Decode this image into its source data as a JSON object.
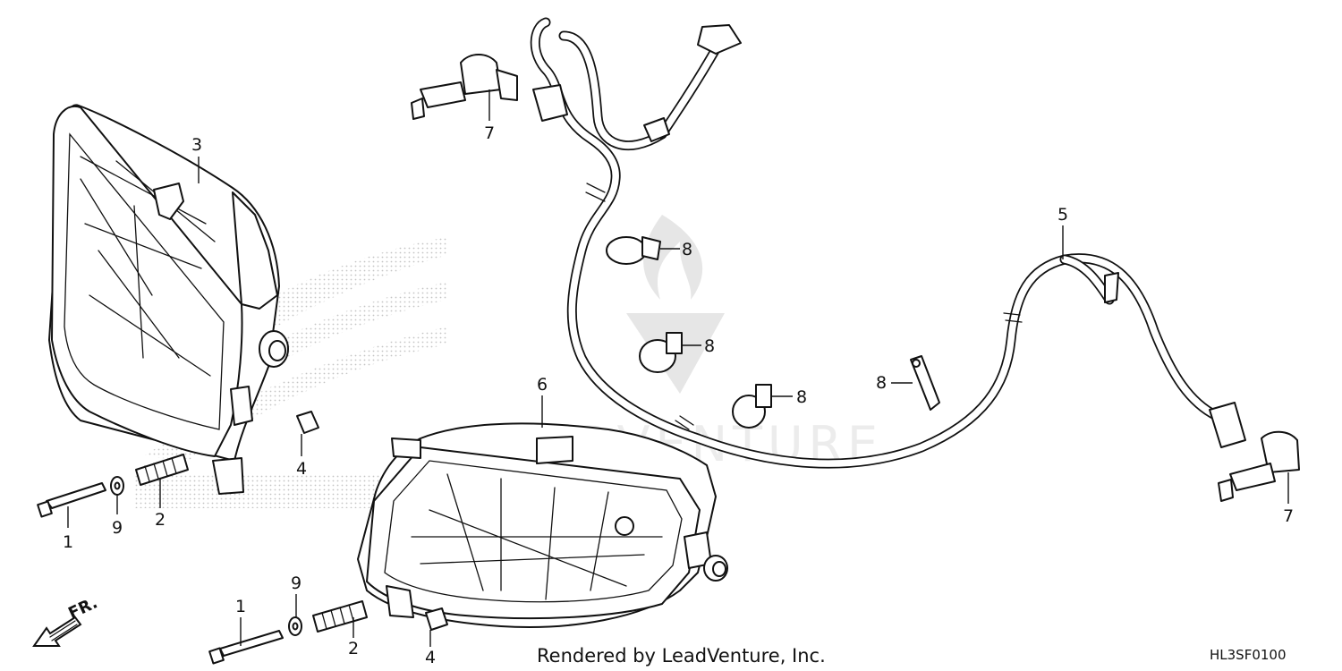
{
  "callouts": {
    "c1a": "1",
    "c1b": "1",
    "c2a": "2",
    "c2b": "2",
    "c3": "3",
    "c4a": "4",
    "c4b": "4",
    "c5": "5",
    "c6": "6",
    "c7a": "7",
    "c7b": "7",
    "c8a": "8",
    "c8b": "8",
    "c8c": "8",
    "c8d": "8",
    "c9a": "9",
    "c9b": "9"
  },
  "direction": {
    "label": "FR."
  },
  "footer": {
    "credit": "Rendered by LeadVenture, Inc.",
    "code": "HL3SF0100"
  },
  "colors": {
    "ink": "#111111",
    "watermark": "#e6e6e6",
    "background": "#ffffff"
  }
}
